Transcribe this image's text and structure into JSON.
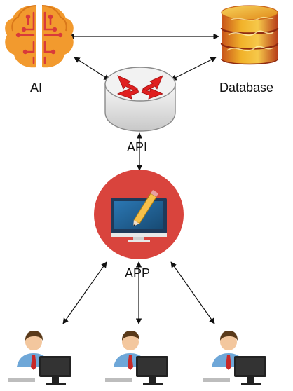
{
  "labels": {
    "ai": "AI",
    "database": "Database",
    "api": "API",
    "app": "APP"
  },
  "colors": {
    "brain": "#f29a2e",
    "brain_dark": "#d9771a",
    "circuit": "#d83a3a",
    "database_gold": "#e9a31a",
    "database_red": "#c8321a",
    "router_body": "#e6e6e6",
    "router_arrows": "#e02020",
    "app_circle": "#d9443d",
    "monitor_frame": "#1f3a5a",
    "monitor_screen": "#1e5b8c",
    "shirt": "#6ea7d8",
    "tie": "#c82828",
    "terminal": "#222222",
    "connector": "#111111"
  },
  "icons": {
    "ai": "brain-icon",
    "database": "database-icon",
    "api": "router-icon",
    "app": "desktop-edit-icon",
    "user": "user-workstation-icon"
  },
  "users": [
    {
      "id": "user-1"
    },
    {
      "id": "user-2"
    },
    {
      "id": "user-3"
    }
  ]
}
